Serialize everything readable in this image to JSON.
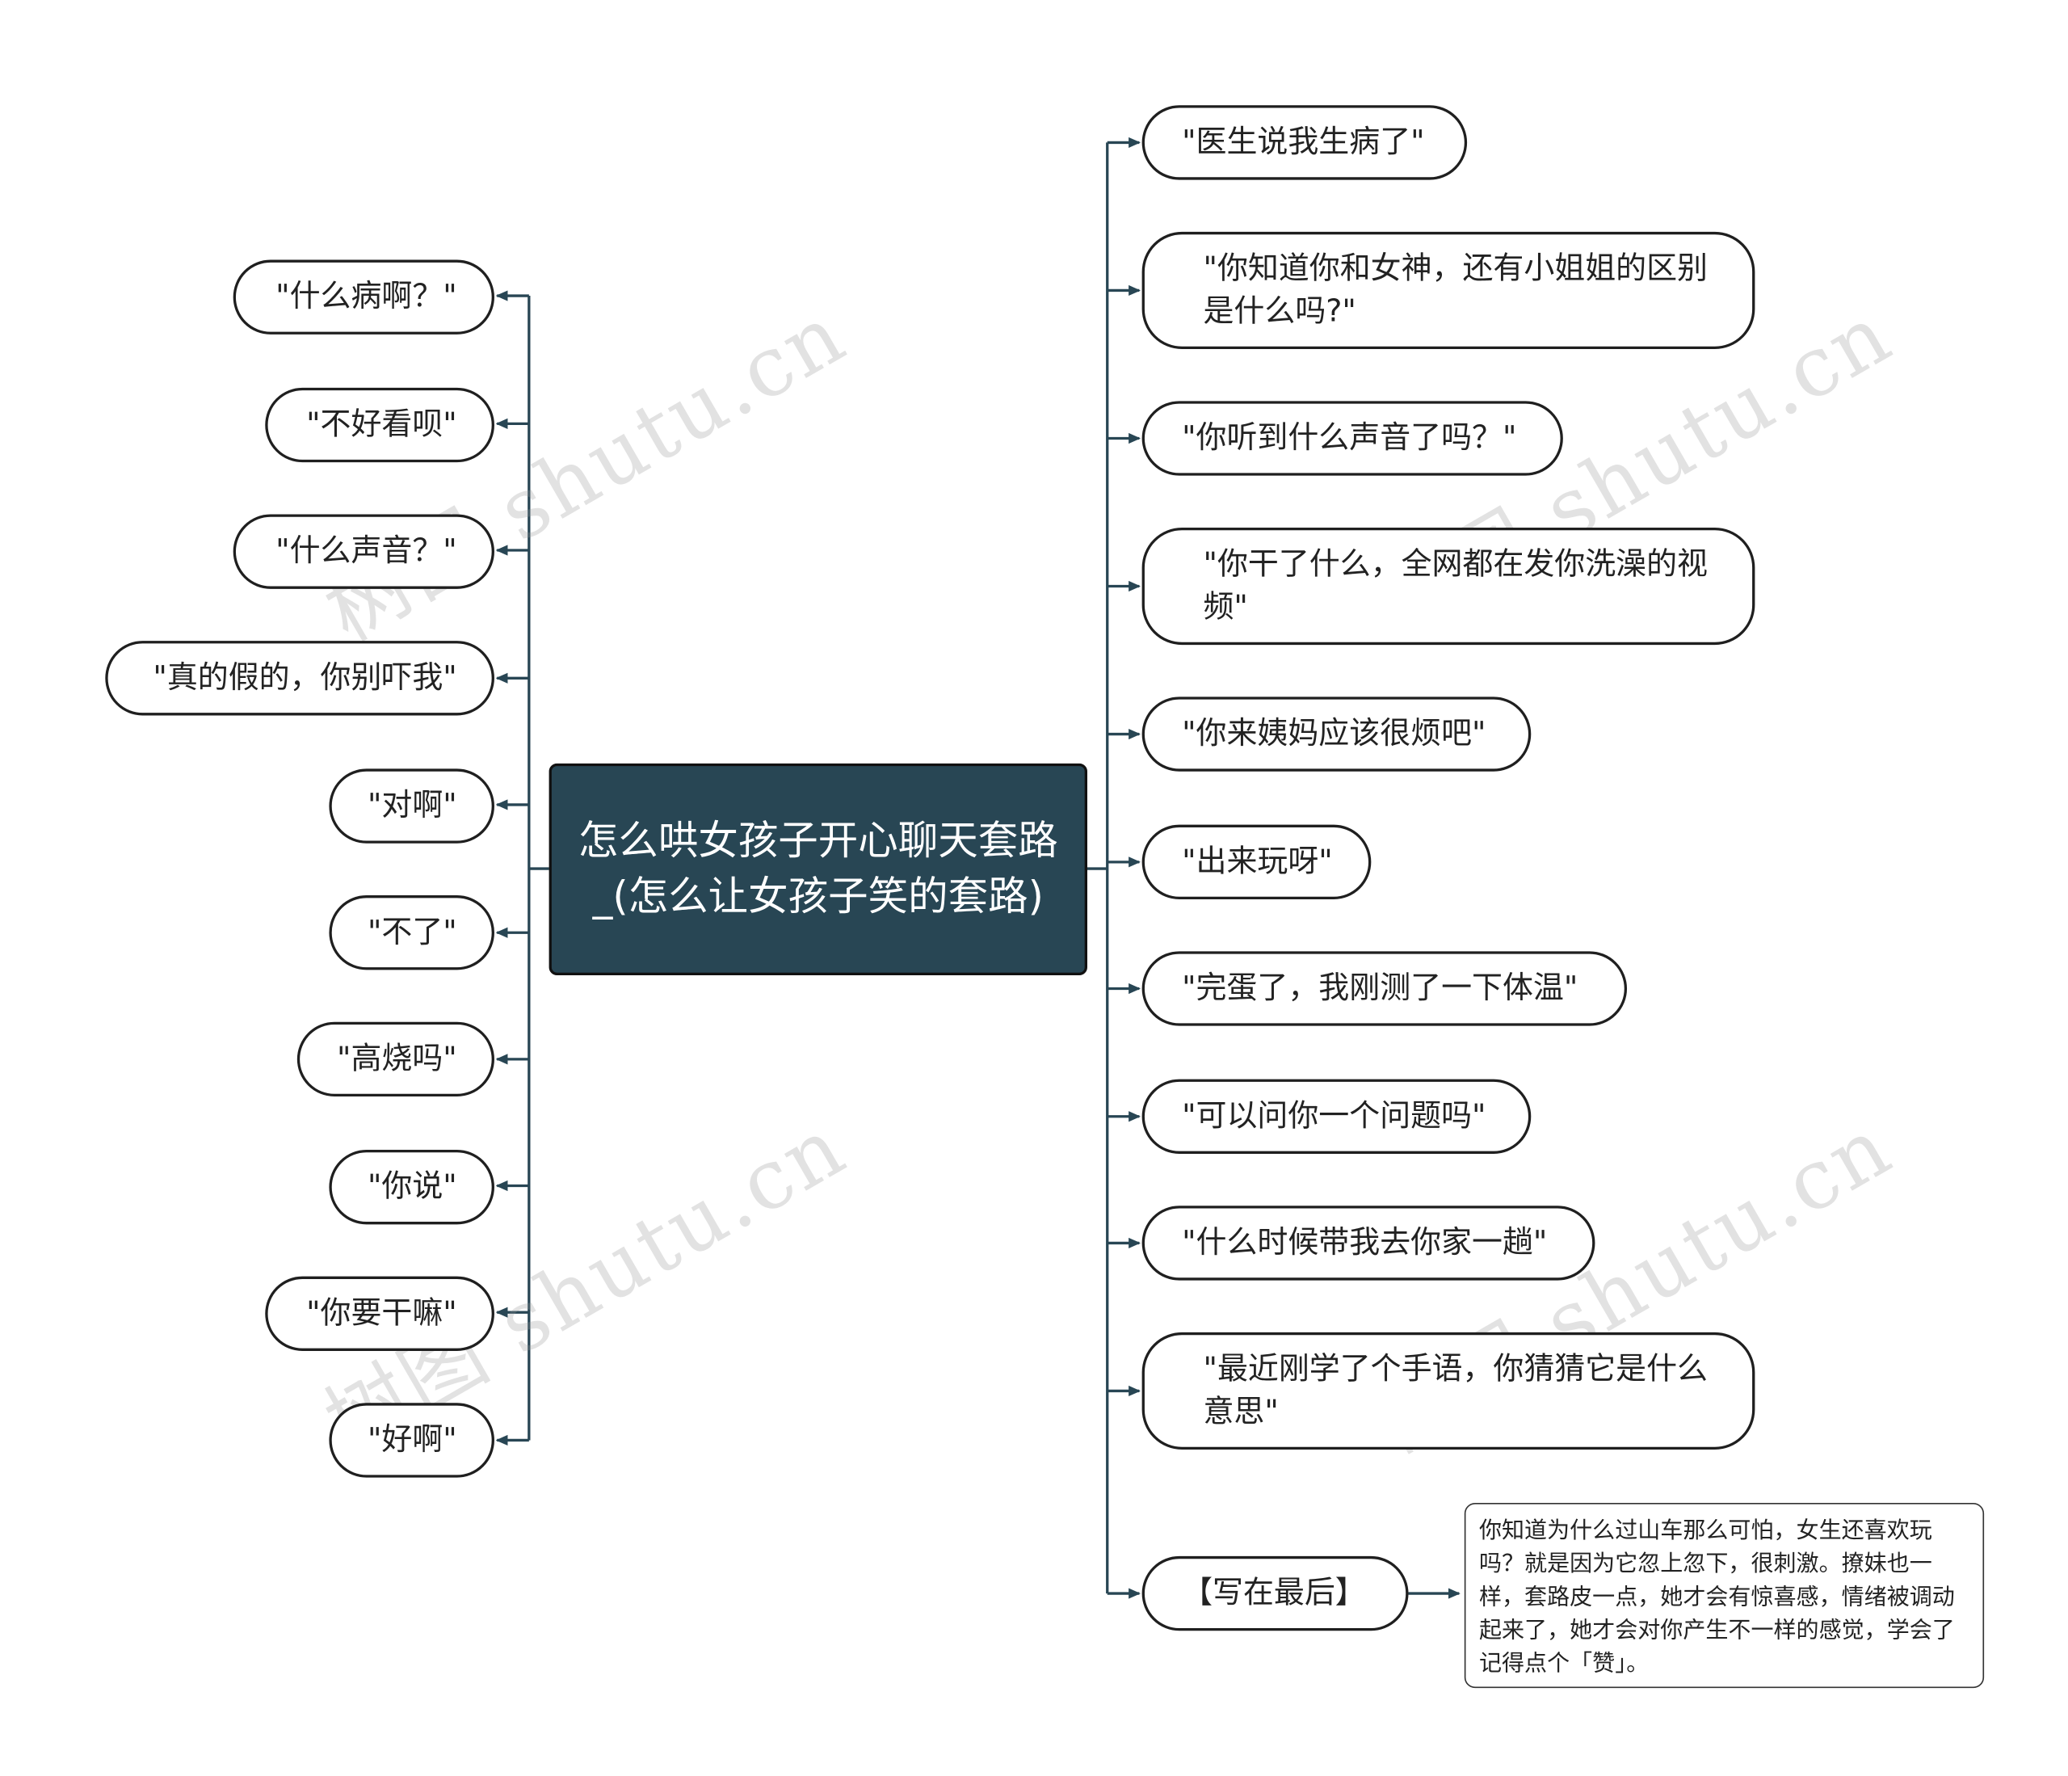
{
  "center": {
    "title": "怎么哄女孩子开心聊天套路_(怎么让女孩子笑的套路)"
  },
  "left_nodes": [
    "\"什么病啊？\"",
    "\"不好看呗\"",
    "\"什么声音？\"",
    "\"真的假的，你别吓我\"",
    "\"对啊\"",
    "\"不了\"",
    "\"高烧吗\"",
    "\"你说\"",
    "\"你要干嘛\"",
    "\"好啊\""
  ],
  "right_nodes": [
    "\"医生说我生病了\"",
    "\"你知道你和女神，还有小姐姐的区别是什么吗?\"",
    "\"你听到什么声音了吗？\"",
    "\"你干了什么，全网都在发你洗澡的视频\"",
    "\"你来姨妈应该很烦吧\"",
    "\"出来玩呀\"",
    "\"完蛋了，我刚测了一下体温\"",
    "\"可以问你一个问题吗\"",
    "\"什么时候带我去你家一趟\"",
    "\"最近刚学了个手语，你猜猜它是什么意思\"",
    "【写在最后】"
  ],
  "note": {
    "text": "你知道为什么过山车那么可怕，女生还喜欢玩吗？就是因为它忽上忽下，很刺激。撩妹也一样，套路皮一点，她才会有惊喜感，情绪被调动起来了，她才会对你产生不一样的感觉，学会了记得点个「赞」。"
  },
  "watermark": {
    "text": "树图 shutu.cn"
  },
  "colors": {
    "center_fill": "#284654",
    "connector": "#284654",
    "border": "#1f1f1f"
  }
}
